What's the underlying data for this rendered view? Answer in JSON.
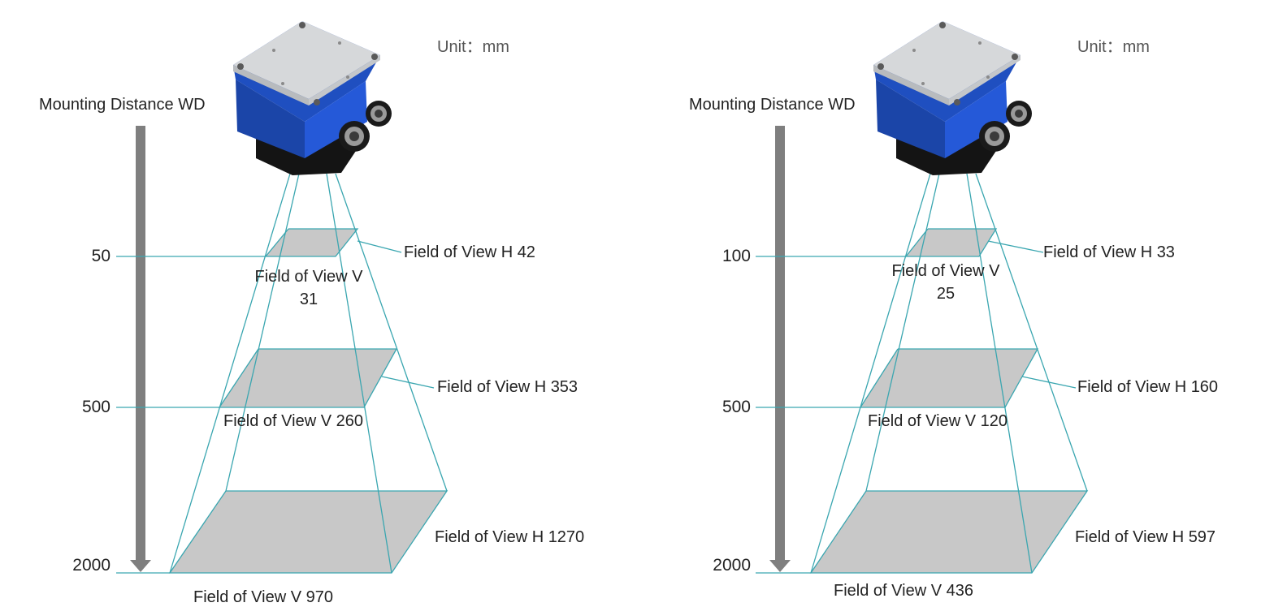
{
  "panels": [
    {
      "unit_label": "Unit：mm",
      "axis_title": "Mounting Distance WD",
      "distances": [
        {
          "wd": "50",
          "fov_h": "Field of View H 42",
          "fov_v": "Field of View  V\n31"
        },
        {
          "wd": "500",
          "fov_h": "Field of View H 353",
          "fov_v": "Field of View V 260"
        },
        {
          "wd": "2000",
          "fov_h": "Field of View H 1270",
          "fov_v": "Field of View V 970"
        }
      ]
    },
    {
      "unit_label": "Unit：mm",
      "axis_title": "Mounting Distance WD",
      "distances": [
        {
          "wd": "100",
          "fov_h": "Field of View H 33",
          "fov_v": "Field of View V\n25"
        },
        {
          "wd": "500",
          "fov_h": "Field of View H 160",
          "fov_v": "Field of View V 120"
        },
        {
          "wd": "2000",
          "fov_h": "Field of View H 597",
          "fov_v": "Field of View V 436"
        }
      ]
    }
  ],
  "colors": {
    "beam_line": "#3aa6b0",
    "plane_fill": "#c8c8c8",
    "arrow": "#7f7f7f",
    "camera_body": "#1f4fc0",
    "camera_top": "#d6d8da"
  },
  "icons": [
    "camera-sensor-icon",
    "down-arrow-icon"
  ]
}
